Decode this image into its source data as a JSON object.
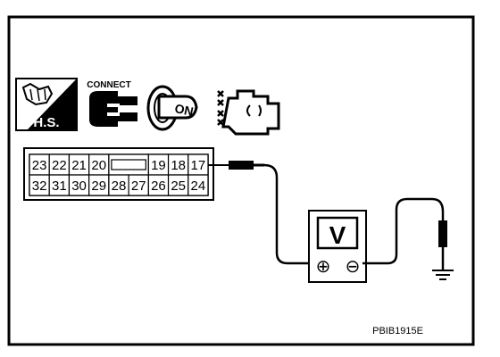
{
  "colors": {
    "ink": "#000000",
    "paper": "#ffffff"
  },
  "icons": {
    "harness_label": "H.S.",
    "connect_label": "CONNECT",
    "ignition_label": "ON",
    "items": [
      "harness-service-icon",
      "connector-icon",
      "ignition-key-on-icon",
      "engine-off-icon"
    ]
  },
  "connector": {
    "top_row": [
      "23",
      "22",
      "21",
      "20",
      "",
      "19",
      "18",
      "17"
    ],
    "bottom_row": [
      "32",
      "31",
      "30",
      "29",
      "28",
      "27",
      "26",
      "25",
      "24"
    ]
  },
  "meter": {
    "label": "V",
    "plus": "⊕",
    "minus": "⊖"
  },
  "reference_code": "PBIB1915E"
}
